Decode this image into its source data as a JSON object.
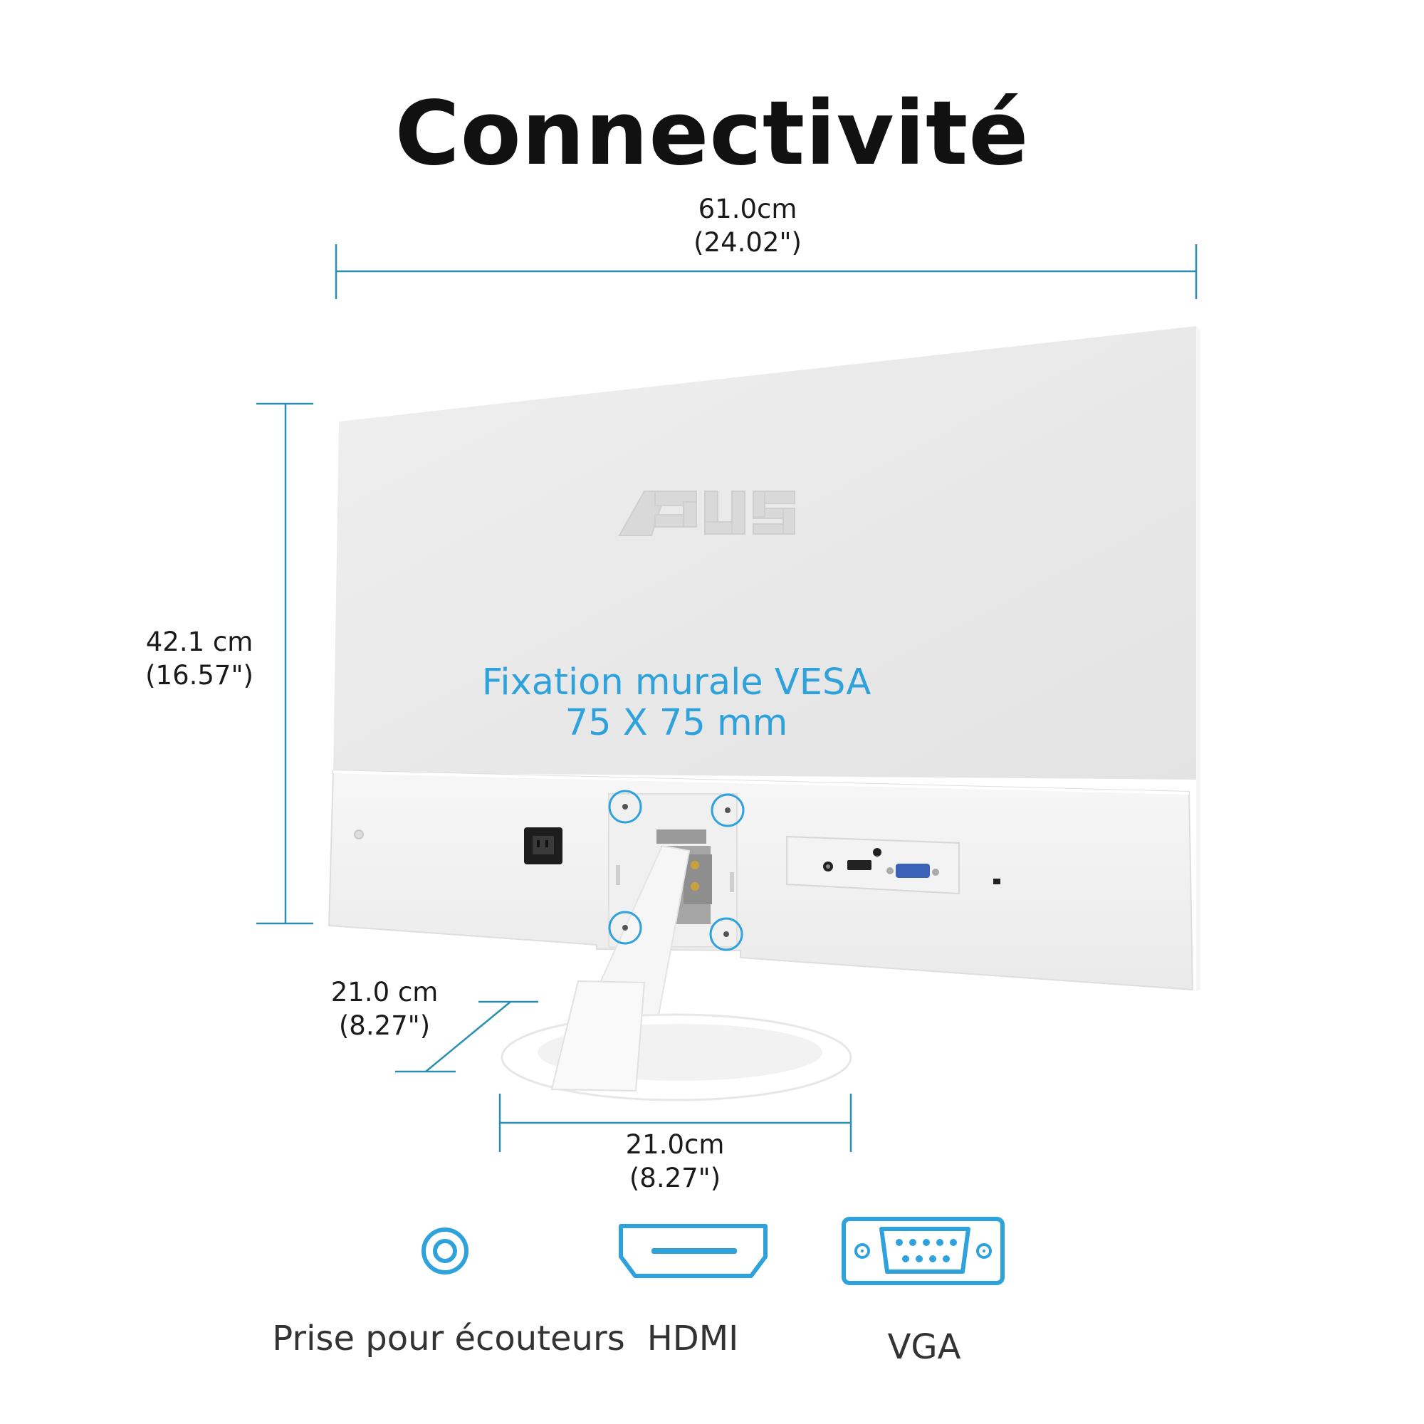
{
  "title": "Connectivité",
  "brand_logo_text": "ASUS",
  "dimensions": {
    "width": {
      "cm": "61.0cm",
      "inch": "(24.02\")"
    },
    "height": {
      "cm": "42.1 cm",
      "inch": "(16.57\")"
    },
    "base_depth": {
      "cm": "21.0 cm",
      "inch": "(8.27\")"
    },
    "base_width": {
      "cm": "21.0cm",
      "inch": "(8.27\")"
    }
  },
  "vesa": {
    "line1": "Fixation murale VESA",
    "line2": "75 X 75 mm"
  },
  "ports": [
    {
      "label": "Prise pour écouteurs",
      "icon": "headphone-jack-icon"
    },
    {
      "label": "HDMI",
      "icon": "hdmi-port-icon"
    },
    {
      "label": "VGA",
      "icon": "vga-port-icon"
    }
  ],
  "colors": {
    "accent": "#2fa2dc",
    "dimension_line": "#2a8fb0",
    "monitor_body": "#ececec",
    "title": "#111111"
  }
}
